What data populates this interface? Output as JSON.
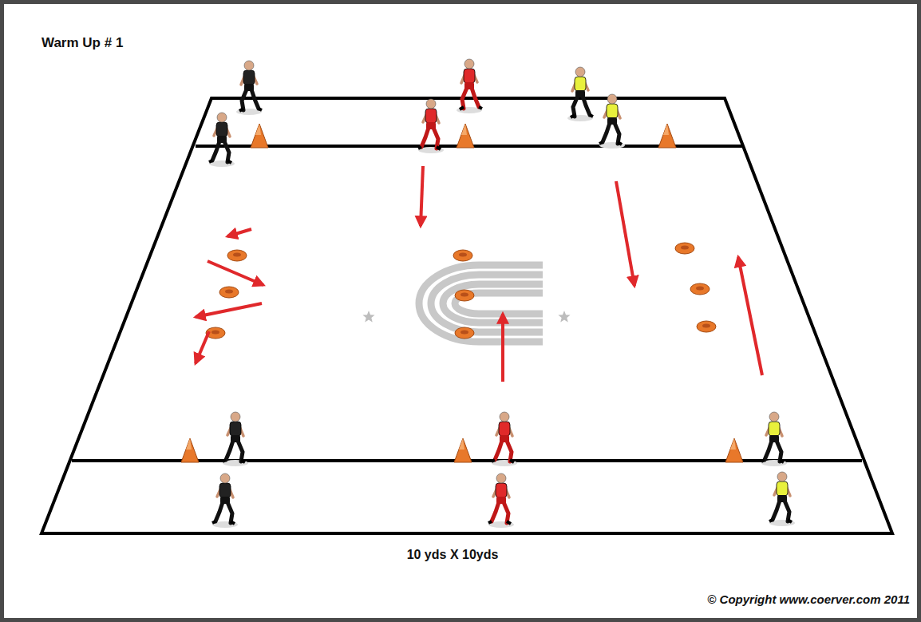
{
  "diagram": {
    "title": "Warm Up # 1",
    "labels": [
      "10 yds X 10yds",
      "© Copyright www.coerver.com 2011"
    ]
  }
}
